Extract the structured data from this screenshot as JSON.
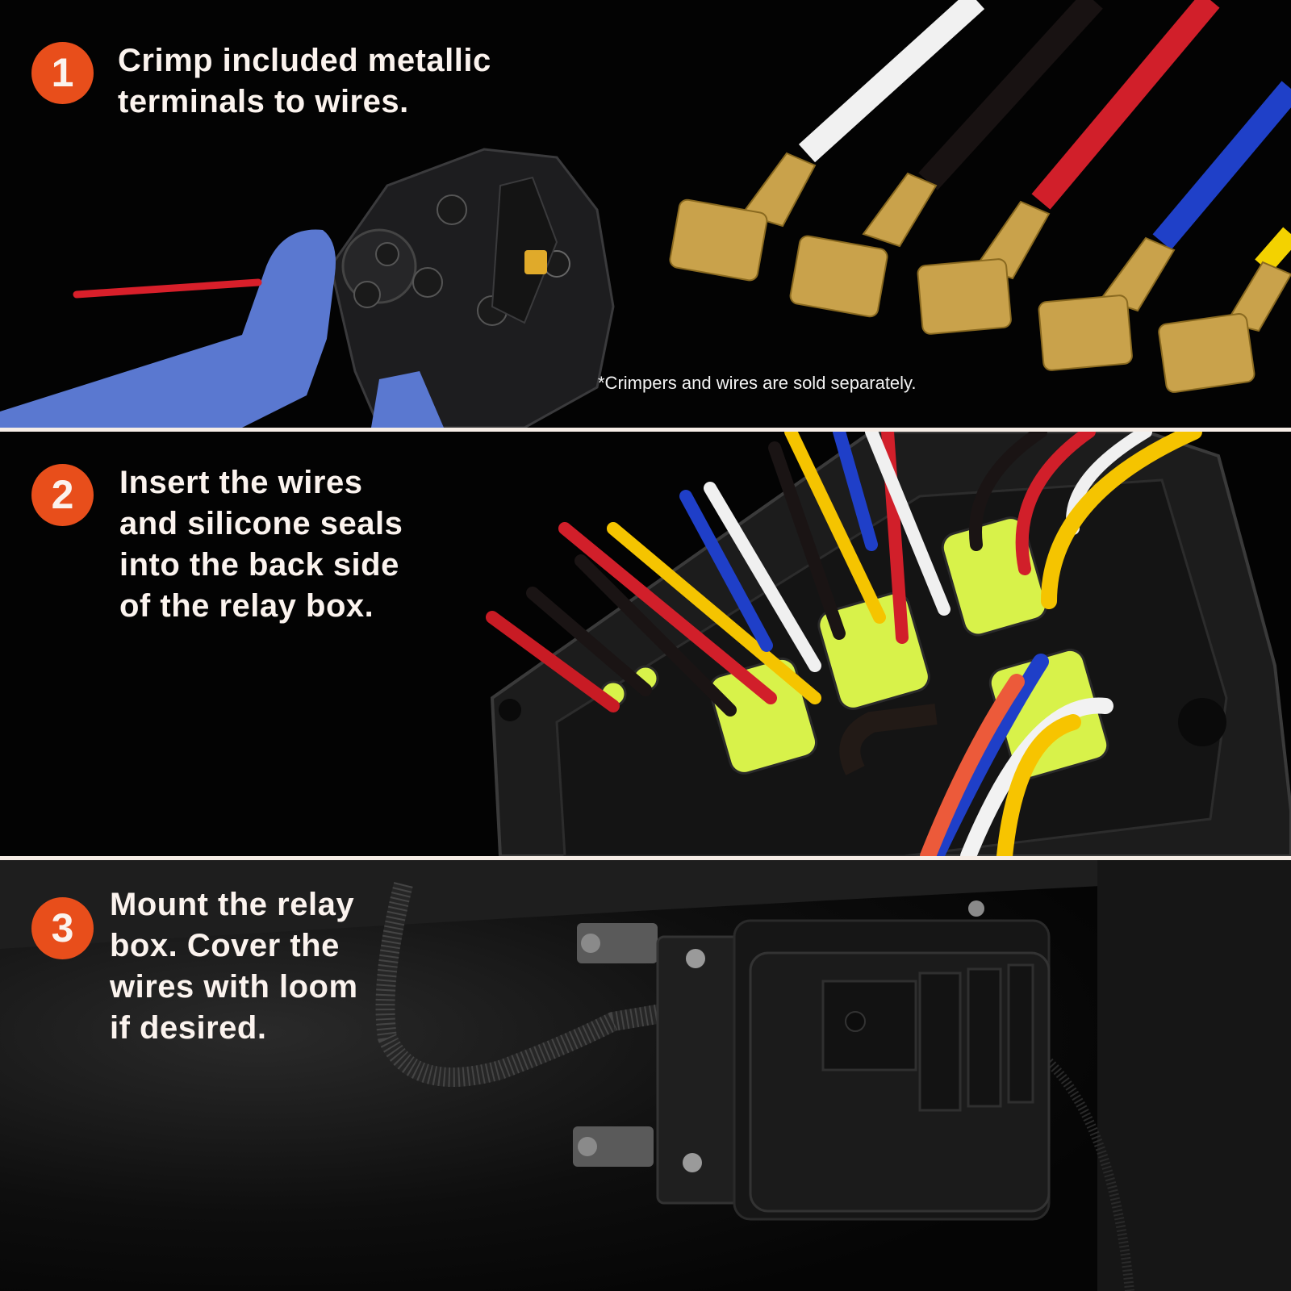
{
  "theme": {
    "badge_color": "#e84e1b",
    "text_color": "#fbf3ee",
    "divider_color": "#f6ede6",
    "background": "#000000"
  },
  "steps": [
    {
      "number": "1",
      "lines": [
        "Crimp included metallic",
        "terminals to wires."
      ],
      "note": "*Crimpers and wires are sold separately.",
      "image": "crimping-tool-and-terminals"
    },
    {
      "number": "2",
      "lines": [
        "Insert the wires",
        "and silicone seals",
        "into the back side",
        "of the relay box."
      ],
      "image": "relay-box-back-with-wires-and-seals"
    },
    {
      "number": "3",
      "lines": [
        "Mount the relay",
        "box. Cover the",
        "wires with loom",
        "if desired."
      ],
      "image": "mounted-relay-box-with-loom"
    }
  ],
  "wire_colors": {
    "white": "#f2f2f2",
    "black": "#1a1414",
    "red": "#d8202a",
    "blue": "#1f3fc8",
    "yellow": "#f7c400",
    "seal_green": "#d8f24a",
    "crimper_blue": "#5a78d0",
    "brass": "#c8a24a"
  }
}
